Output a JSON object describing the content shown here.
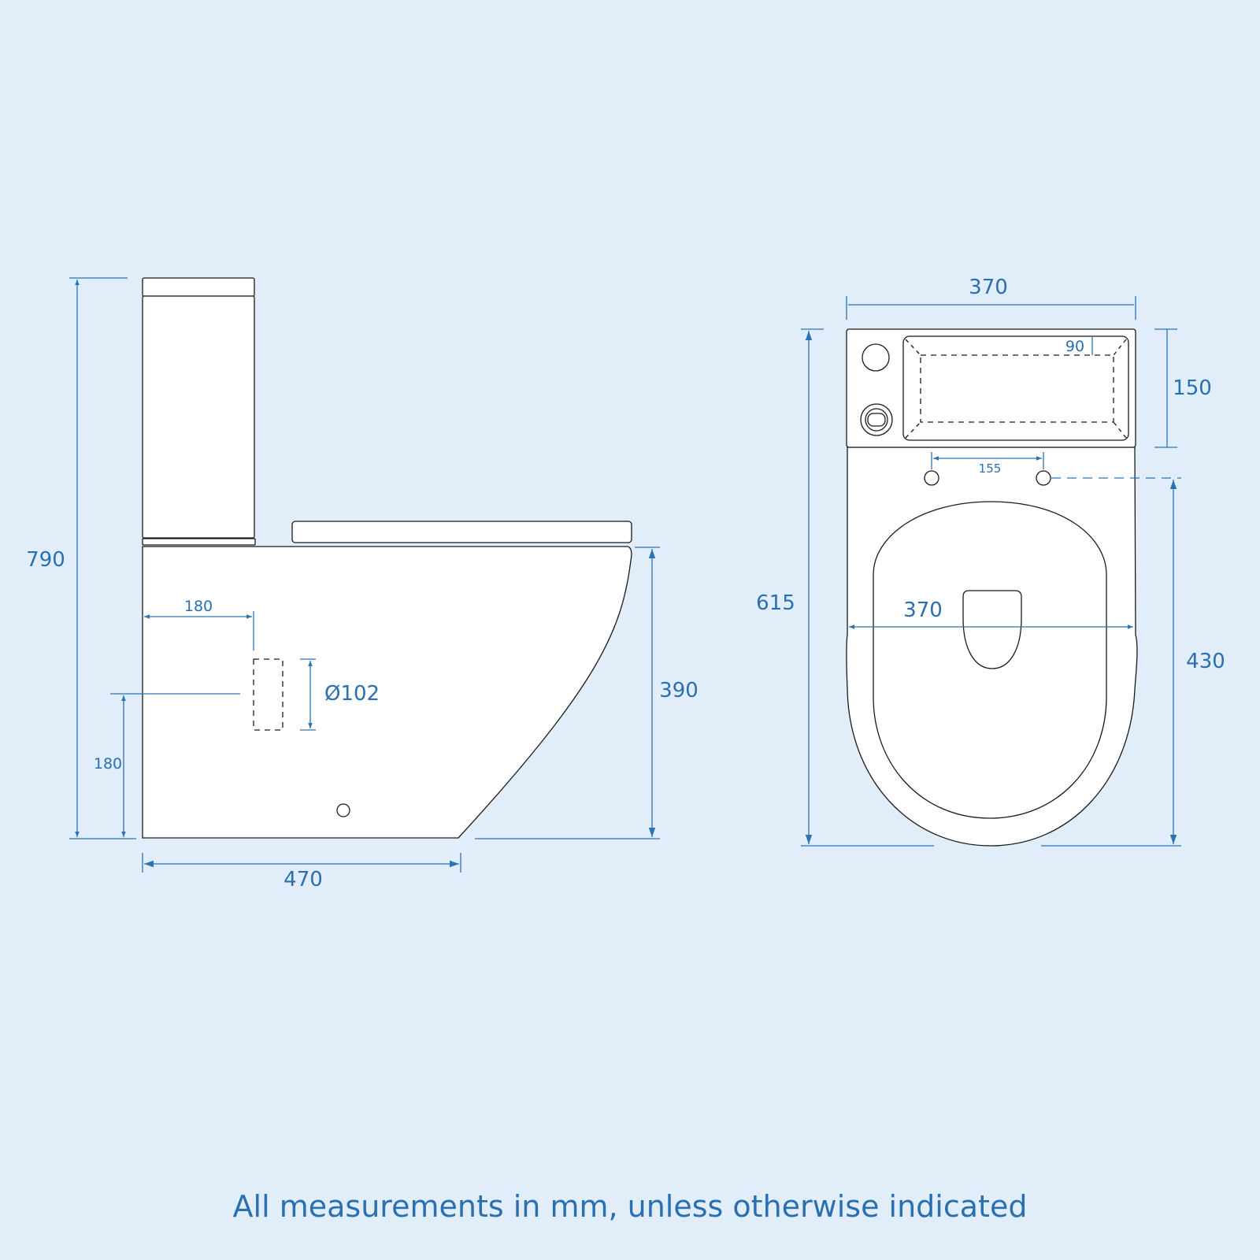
{
  "footnote": "All measurements in mm, unless otherwise indicated",
  "colors": {
    "background": "#e1eefa",
    "dimension": "#2a74b4",
    "outline": "#1b1b1b",
    "fill": "#ffffff"
  },
  "side_view": {
    "overall_height": "790",
    "overall_depth": "470",
    "pan_height": "390",
    "waste_offset_horizontal": "180",
    "waste_offset_vertical": "180",
    "waste_diameter": "Ø102"
  },
  "top_view": {
    "overall_width": "370",
    "overall_length": "615",
    "cistern_depth": "150",
    "recess_inset": "90",
    "seat_fixing_centres": "155",
    "pan_width": "370",
    "fixing_to_front": "430"
  }
}
